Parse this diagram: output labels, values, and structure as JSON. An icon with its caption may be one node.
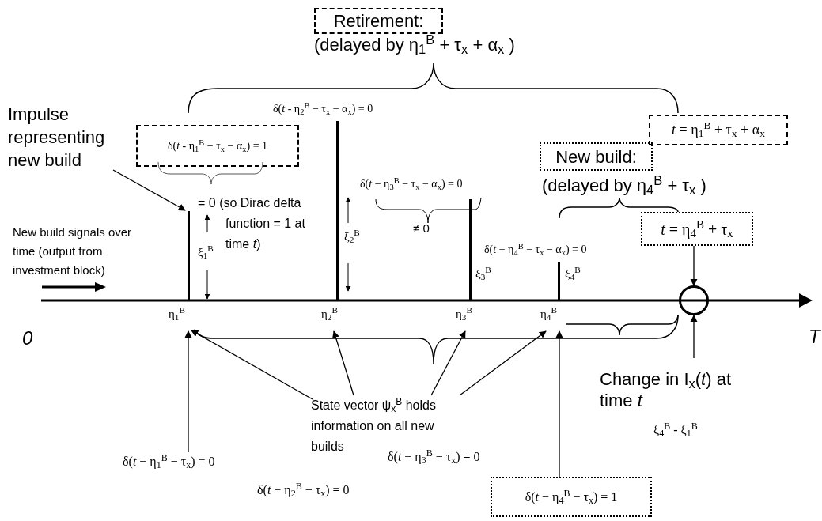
{
  "diagram": {
    "nodes": [
      {
        "text": [
          "Retirement:"
        ],
        "beside": [
          "(delayed by η$_{1}$$^{B}$ + τ$_{x}$ + α$_{x}$ )"
        ]
      },
      {
        "text": [
          "Impulse representing new build"
        ]
      },
      {
        "text": [
          "δ(*t* - η$_{1}$$^{B}$ − τ$_{x}$ − α$_{x}$) = 1"
        ]
      },
      {
        "text": [
          "*t* = η$_{1}$$^{B}$ + τ$_{x}$ + α$_{x}$"
        ]
      },
      {
        "text": [
          "New build:"
        ],
        "beside": [
          "(delayed by η$_{4}$$^{B}$ + τ$_{x}$ )"
        ]
      },
      {
        "text": [
          "*t* = η$_{4}$$^{B}$ + τ$_{x}$"
        ]
      },
      {
        "text": [],
        "shape": "bar",
        "beside": [
          "ξ$_{1}$$^{B}$"
        ]
      },
      {
        "text": [],
        "shape": "bar",
        "beside": [
          "ξ$_{2}$$^{B}$"
        ]
      },
      {
        "text": [],
        "shape": "bar",
        "beside": [
          "ξ$_{3}$$^{B}$"
        ]
      },
      {
        "text": [],
        "shape": "bar",
        "beside": [
          "ξ$_{4}$$^{B}$"
        ]
      },
      {
        "text": [],
        "shape": "circle"
      },
      {
        "text": [
          "η$_{1}$$^{B}$"
        ]
      },
      {
        "text": [
          "η$_{2}$$^{B}$"
        ]
      },
      {
        "text": [
          "η$_{3}$$^{B}$"
        ]
      },
      {
        "text": [
          "η$_{4}$$^{B}$"
        ]
      },
      {
        "text": [
          "State vector ψ$_{x}$$^{B}$ holds information on all new builds"
        ]
      },
      {
        "text": [
          "Change in I$_{x}$(*t*) at time *t*"
        ]
      },
      {
        "text": [
          "δ(*t* − η$_{1}$$^{B}$ − τ$_{x}$) = 0"
        ]
      },
      {
        "text": [
          "δ(*t* − η$_{4}$$^{B}$ − τ$_{x}$) = 1"
        ]
      }
    ],
    "edges": [
      {
        "from": 1,
        "to": 6,
        "arrow": "to"
      },
      {
        "from": 15,
        "to": 11,
        "arrow": "to"
      },
      {
        "from": 15,
        "to": 12,
        "arrow": "to"
      },
      {
        "from": 15,
        "to": 13,
        "arrow": "to"
      },
      {
        "from": 15,
        "to": 14,
        "arrow": "to"
      },
      {
        "from": 17,
        "to": 11,
        "arrow": "to"
      },
      {
        "from": 18,
        "to": 14,
        "arrow": "to"
      },
      {
        "from": 5,
        "to": 10,
        "arrow": "to"
      },
      {
        "from": 16,
        "to": 10,
        "arrow": "to"
      }
    ],
    "labels": [
      "δ(*t* - η$_{2}$$^{B}$ − τ$_{x}$ − α$_{x}$) = 0",
      "= 0 (so Dirac delta function = 1 at time *t*)",
      "New build signals over time (output from investment block)",
      "δ(*t* − η$_{3}$$^{B}$ − τ$_{x}$ − α$_{x}$) = 0",
      "≠ 0",
      "δ(*t* − η$_{4}$$^{B}$ − τ$_{x}$ − α$_{x}$) = 0",
      "0",
      "T",
      "ξ$_{4}$$^{B}$ - ξ$_{1}$$^{B}$",
      "δ(*t* − η$_{2}$$^{B}$ − τ$_{x}$) = 0",
      "δ(*t* − η$_{3}$$^{B}$ − τ$_{x}$) = 0"
    ]
  }
}
